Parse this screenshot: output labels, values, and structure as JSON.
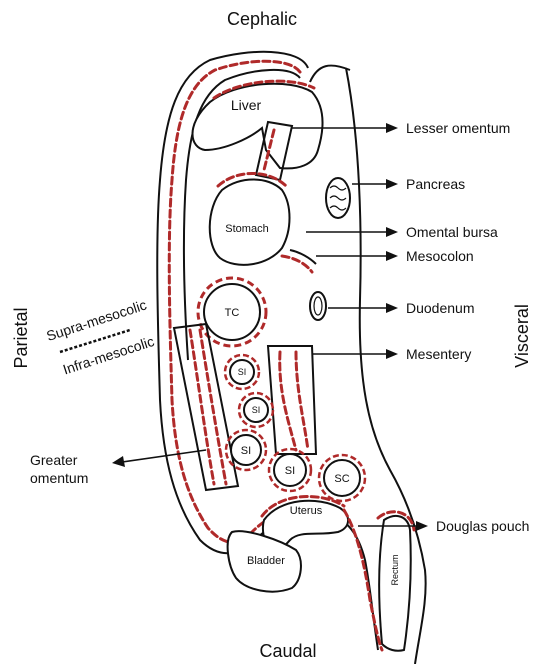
{
  "orientation": {
    "top": "Cephalic",
    "bottom": "Caudal",
    "left": "Parietal",
    "right": "Visceral"
  },
  "zones": {
    "upper": "Supra-mesocolic",
    "lower": "Infra-mesocolic"
  },
  "organs": {
    "liver": "Liver",
    "stomach": "Stomach",
    "tc": "TC",
    "si": "SI",
    "sc": "SC",
    "uterus": "Uterus",
    "bladder": "Bladder",
    "rectum": "Rectum"
  },
  "callouts": {
    "lesser_omentum": "Lesser omentum",
    "pancreas": "Pancreas",
    "omental_bursa": "Omental bursa",
    "mesocolon": "Mesocolon",
    "duodenum": "Duodenum",
    "mesentery": "Mesentery",
    "greater_omentum_1": "Greater",
    "greater_omentum_2": "omentum",
    "douglas_pouch": "Douglas pouch"
  },
  "colors": {
    "outline": "#111111",
    "peritoneum": "#b02a2a",
    "background": "#ffffff"
  }
}
